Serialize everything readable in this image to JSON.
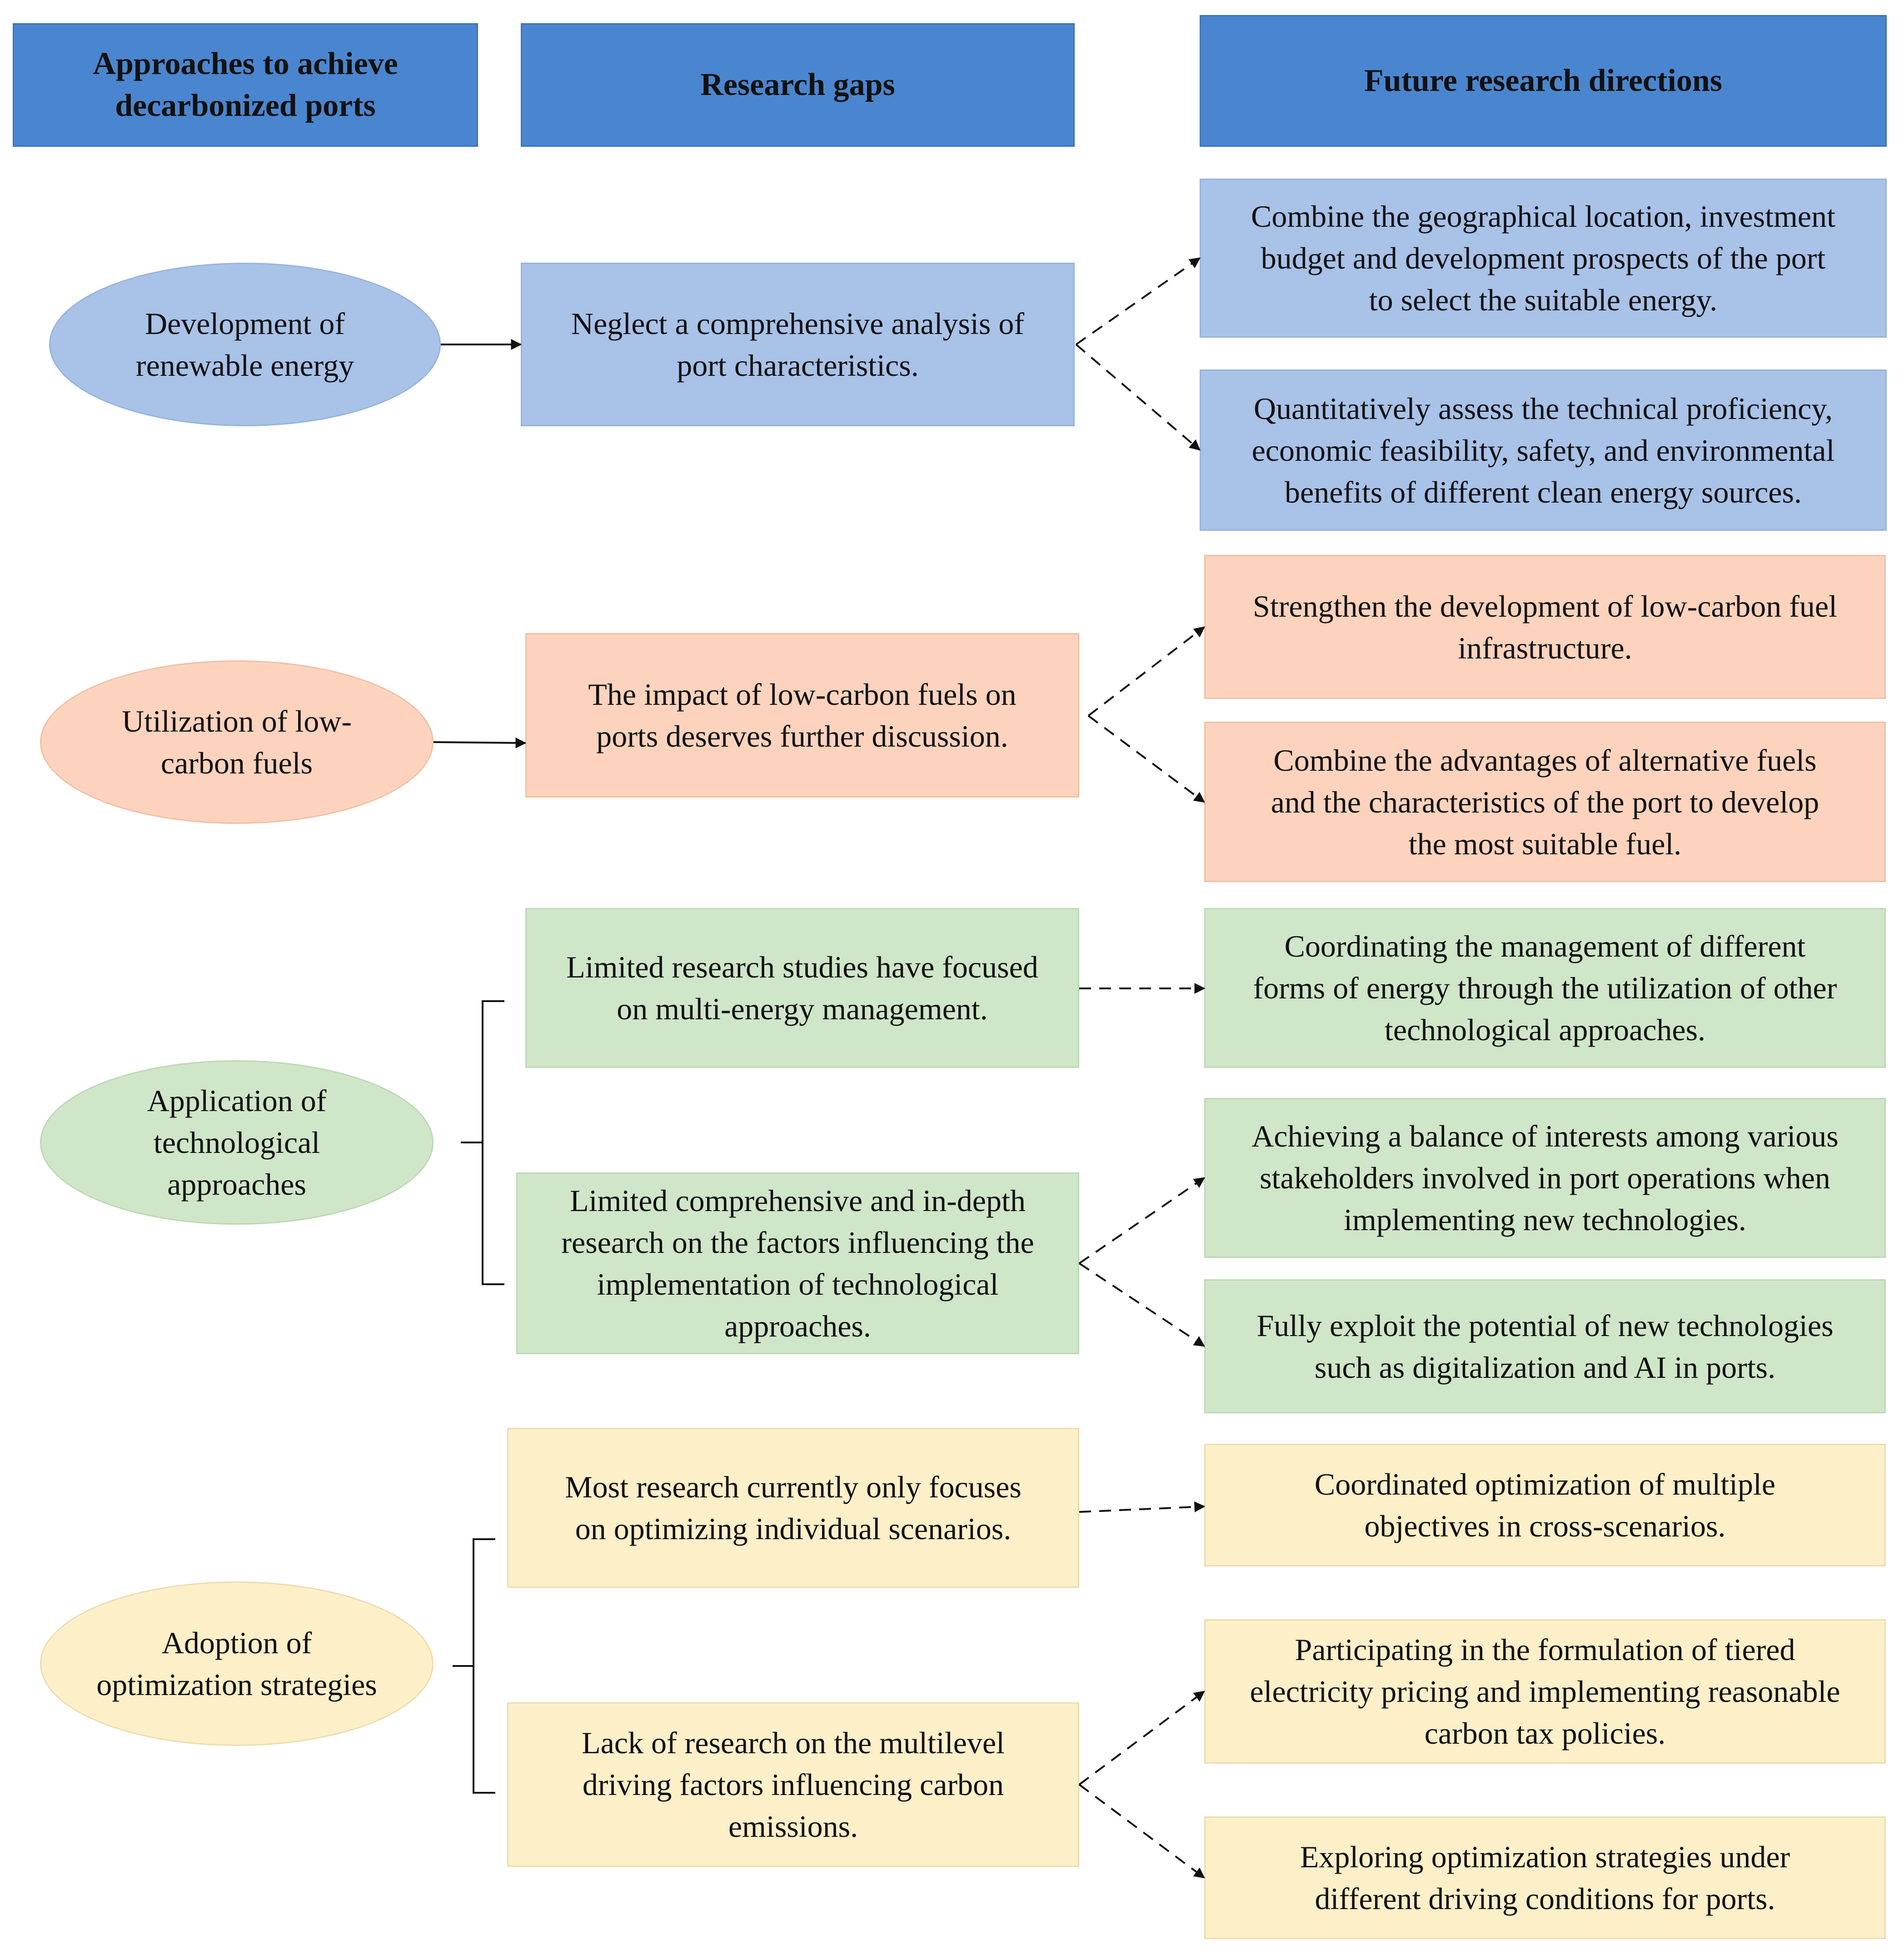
{
  "headers": {
    "approaches": "Approaches to achieve\ndecarbonized ports",
    "gaps": "Research gaps",
    "directions": "Future research directions"
  },
  "colors": {
    "header": "#4a86cf",
    "blue": "#a8c2e8",
    "orange": "#fdd3bd",
    "green": "#cfe6c8",
    "yellow": "#fdefc8"
  },
  "rows": [
    {
      "approach": "Development of\nrenewable energy",
      "gaps": [
        "Neglect a comprehensive analysis of\nport characteristics."
      ],
      "directions": [
        "Combine the geographical location, investment\nbudget and development prospects of the port\nto select the suitable energy.",
        "Quantitatively assess the technical proficiency,\neconomic feasibility, safety, and environmental\nbenefits of different clean energy sources."
      ]
    },
    {
      "approach": "Utilization of low-\ncarbon fuels",
      "gaps": [
        "The impact of low-carbon fuels on\nports deserves further discussion."
      ],
      "directions": [
        "Strengthen the development of low-carbon fuel\ninfrastructure.",
        "Combine the advantages of alternative fuels\nand the characteristics of the port to develop\nthe most suitable fuel."
      ]
    },
    {
      "approach": "Application of\ntechnological\napproaches",
      "gaps": [
        "Limited research studies have focused\non multi-energy management.",
        "Limited  comprehensive and in-depth\nresearch on the factors influencing the\nimplementation of technological\napproaches."
      ],
      "directions": [
        "Coordinating the management of different\nforms of energy through the utilization of other\ntechnological approaches.",
        "Achieving a balance of interests among various\nstakeholders involved in port operations when\nimplementing new technologies.",
        "Fully exploit the potential of new technologies\nsuch as digitalization and AI in ports."
      ]
    },
    {
      "approach": "Adoption of\noptimization strategies",
      "gaps": [
        "Most research currently only focuses\non optimizing individual scenarios.",
        "Lack of  research on the multilevel\ndriving factors influencing carbon\nemissions."
      ],
      "directions": [
        "Coordinated optimization of multiple\nobjectives in cross-scenarios.",
        "Participating in the formulation of tiered\nelectricity pricing and implementing reasonable\ncarbon tax policies.",
        "Exploring optimization strategies under\ndifferent driving conditions for ports."
      ]
    }
  ]
}
